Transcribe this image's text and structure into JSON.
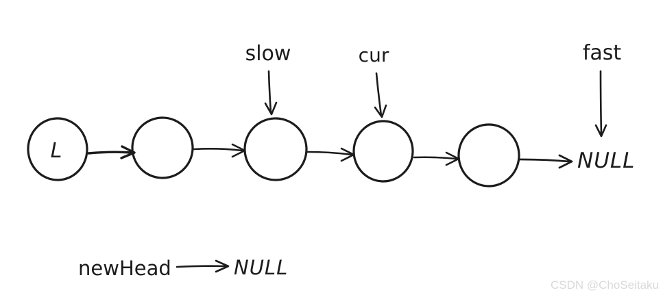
{
  "colors": {
    "ink": "#1c1c1c",
    "watermark": "#d9d9d9",
    "background": "#ffffff"
  },
  "list": {
    "head_node_label": "L",
    "tail_null_label": "NULL"
  },
  "pointers": {
    "slow": "slow",
    "cur": "cur",
    "fast": "fast"
  },
  "bottom": {
    "newhead": "newHead",
    "null": "NULL"
  },
  "watermark": "CSDN @ChoSeitaku"
}
